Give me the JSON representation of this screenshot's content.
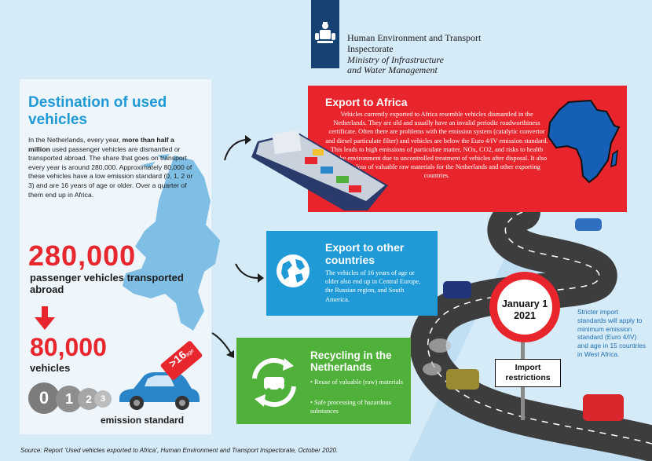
{
  "header": {
    "org_line1": "Human Environment and Transport",
    "org_line2": "Inspectorate",
    "ministry_line1": "Ministry of Infrastructure",
    "ministry_line2": "and Water Management"
  },
  "left_panel": {
    "title": "Destination of used vehicles",
    "intro_before": "In the Netherlands, every year, ",
    "intro_bold": "more than half a million",
    "intro_after": " used passenger vehicles are dismantled or transported abroad. The share that goes on transport every year is around 280,000. Approximately 80,000 of these vehicles have a low emission standard (0, 1, 2 or 3) and are 16 years of age or older. Over a quarter of them end up in Africa.",
    "stat1_value": "280,000",
    "stat1_label": "passenger vehicles transported abroad",
    "stat2_value": "80,000",
    "stat2_label": "vehicles",
    "age_tag_value": ">16",
    "age_tag_unit": "age",
    "emission_digits": [
      "0",
      "1",
      "2",
      "3"
    ],
    "emission_label": "emission standard"
  },
  "africa": {
    "title": "Export to Africa",
    "text": "Vehicles currently exported to Africa resemble vehicles dismantled in the Netherlands. They are old and usually have an invalid periodic roadworthiness certificate. Often there are problems with the emission system (catalytic convertor and diesel particulate filter) and vehicles are below the Euro 4/IV emission standard. This leads to high emissions of particulate matter, NOx, CO2, and risks to health and the environment due to uncontrolled treatment of vehicles after disposal. It also means a loss of valuable raw materials for the Netherlands and other exporting countries."
  },
  "other": {
    "title": "Export to other countries",
    "text": "The vehicles of 16 years of age or older also end up in Central Europe, the Russian region, and South America."
  },
  "recycling": {
    "title": "Recycling in the Netherlands",
    "items": [
      "Reuse of valuable (raw) materials",
      "Safe processing of hazardous substances"
    ]
  },
  "road_sign": {
    "date_line1": "January 1",
    "date_line2": "2021",
    "import_label": "Import restrictions"
  },
  "stricter_note": "Stricter import standards will apply to minimum emission standard (Euro 4/IV) and age in 15 countries in West Africa.",
  "source": "Source: Report ‘Used vehicles exported to Africa’, Human Environment and Transport Inspectorate, October 2020.",
  "colors": {
    "brand_blue": "#154273",
    "red": "#e8252c",
    "blue": "#1f9ad6",
    "green": "#4fb03a",
    "background": "#d6ebf8"
  }
}
